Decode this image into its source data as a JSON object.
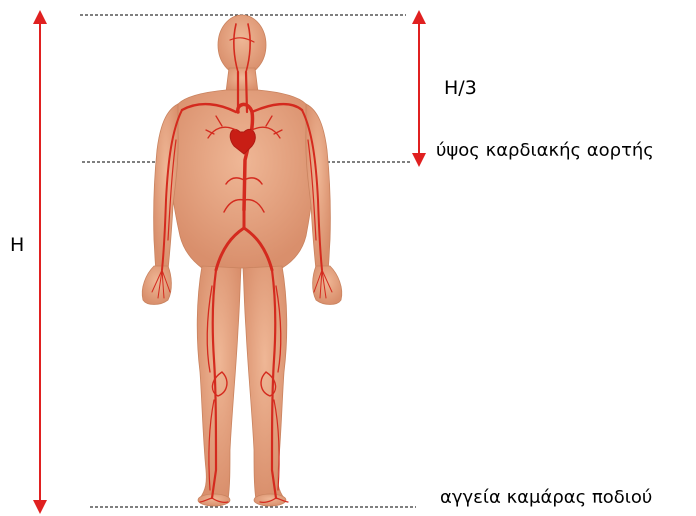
{
  "labels": {
    "total_height": "H",
    "third_height": "H/3",
    "aortic_height": "ύψος καρδιακής αορτής",
    "foot_arch_vessels": "αγγεία καμάρας ποδιού"
  },
  "colors": {
    "arrow": "#e02020",
    "skin": "#e5a07d",
    "vessel": "#d42a1e",
    "guide_line": "#333333"
  }
}
